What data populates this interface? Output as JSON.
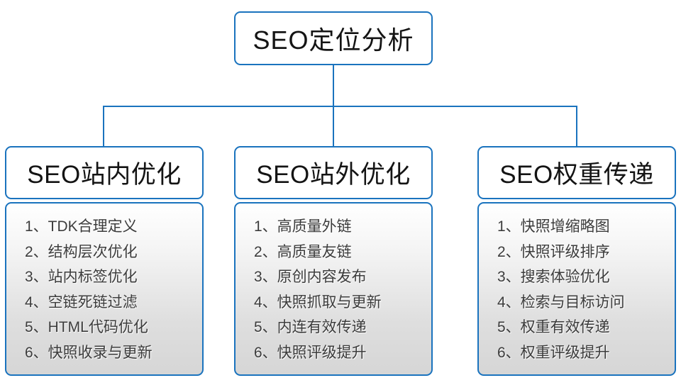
{
  "diagram": {
    "title": "SEO定位分析",
    "accent_color": "#1a73be",
    "list_gradient_top": "#ffffff",
    "list_gradient_bottom": "#d6d6d6",
    "root": {
      "label": "SEO定位分析"
    },
    "branches": [
      {
        "title": "SEO站内优化",
        "items": [
          "1、TDK合理定义",
          "2、结构层次优化",
          "3、站内标签优化",
          "4、空链死链过滤",
          "5、HTML代码优化",
          "6、快照收录与更新"
        ]
      },
      {
        "title": "SEO站外优化",
        "items": [
          "1、高质量外链",
          "2、高质量友链",
          "3、原创内容发布",
          "4、快照抓取与更新",
          "5、内连有效传递",
          "6、快照评级提升"
        ]
      },
      {
        "title": "SEO权重传递",
        "items": [
          "1、快照增缩略图",
          "2、快照评级排序",
          "3、搜索体验优化",
          "4、检索与目标访问",
          "5、权重有效传递",
          "6、权重评级提升"
        ]
      }
    ]
  }
}
